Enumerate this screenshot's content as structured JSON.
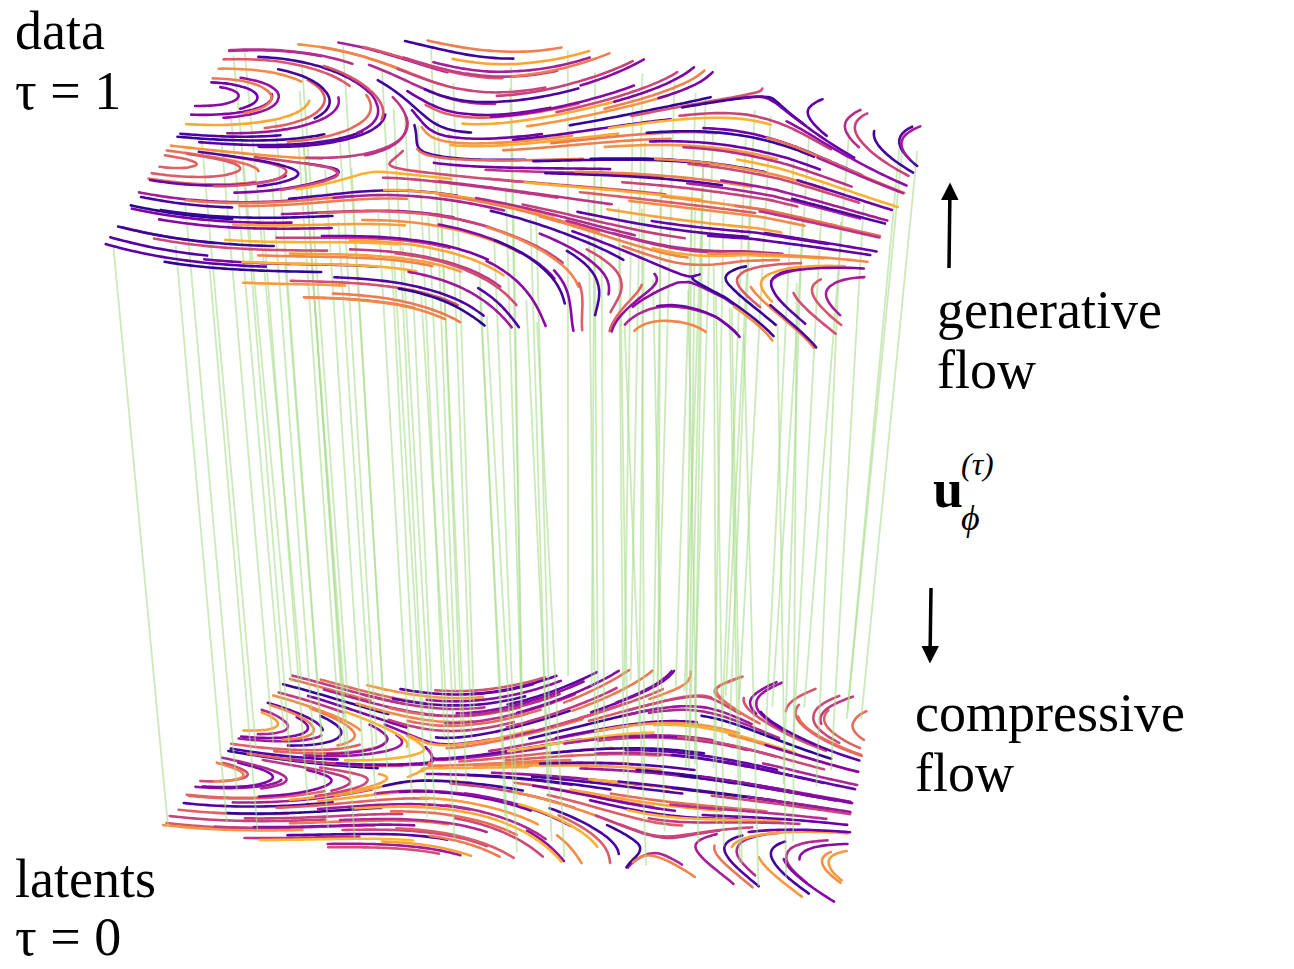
{
  "diagram": {
    "labels": [
      "data",
      "τ = 1",
      "generative flow",
      "u",
      "ϕ",
      "(τ)",
      "compressive flow",
      "latents",
      "τ = 0"
    ]
  }
}
